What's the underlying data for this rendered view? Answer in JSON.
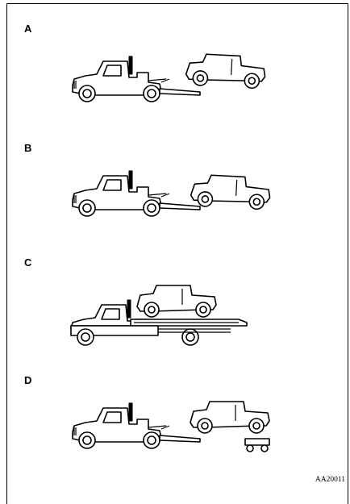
{
  "panels": [
    {
      "label": "A"
    },
    {
      "label": "B"
    },
    {
      "label": "C"
    },
    {
      "label": "D"
    }
  ],
  "figure_code": "AA20011"
}
